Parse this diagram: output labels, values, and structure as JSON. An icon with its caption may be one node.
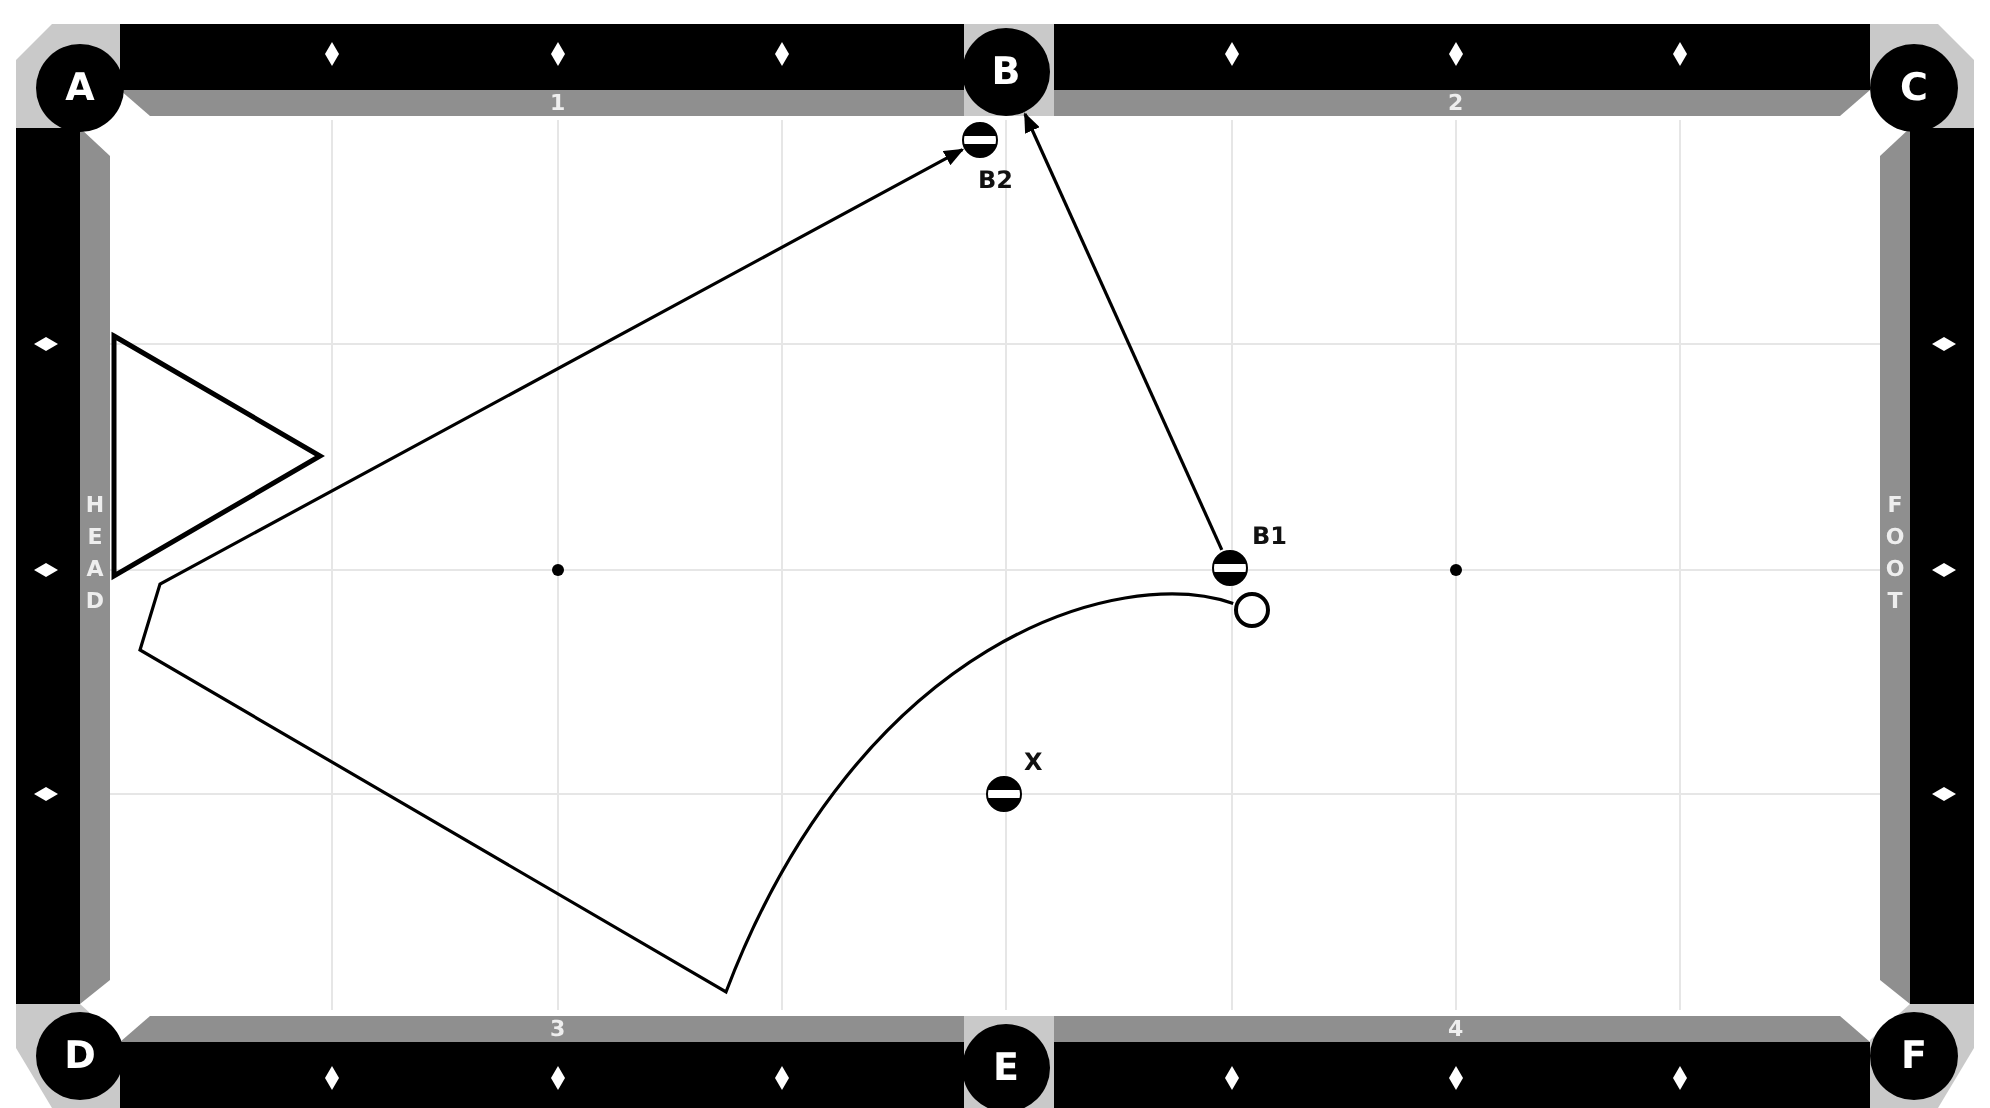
{
  "diagram": {
    "nodes": [
      {
        "text": [
          "A"
        ]
      },
      {
        "text": [
          "B"
        ]
      },
      {
        "text": [
          "C"
        ]
      },
      {
        "text": [
          "D"
        ]
      },
      {
        "text": [
          "E"
        ]
      },
      {
        "text": [
          "F"
        ]
      },
      {
        "text": [],
        "shape": "ball",
        "beside": [
          "B2"
        ]
      },
      {
        "text": [],
        "shape": "ball",
        "beside": [
          "B1"
        ]
      },
      {
        "text": [],
        "shape": "ball",
        "beside": [
          "X"
        ]
      },
      {
        "text": [],
        "shape": "circle"
      }
    ],
    "edges": [
      {
        "from": 9,
        "to": 6,
        "arrow": "to"
      },
      {
        "from": 7,
        "to": 1,
        "arrow": "to"
      }
    ],
    "labels": [
      "1",
      "2",
      "HEAD",
      "FOOT",
      "3",
      "4"
    ]
  }
}
